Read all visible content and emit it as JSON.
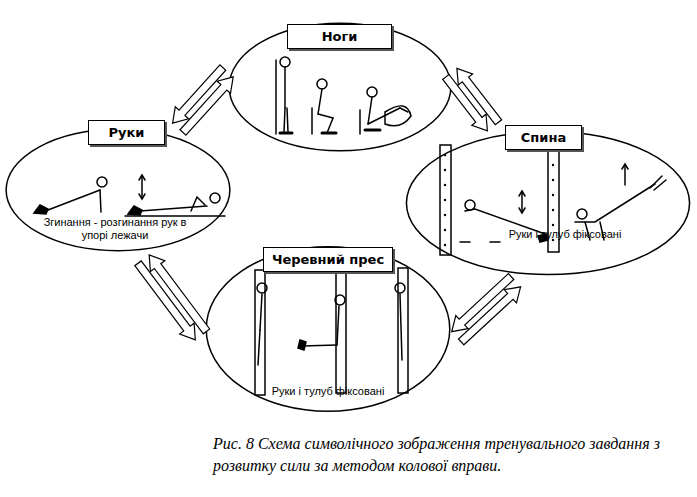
{
  "diagram": {
    "caption": "Рис. 8 Схема символічного зображення тренувального завдання з розвитку сили за методом колової вправи.",
    "nodes": [
      {
        "text": [
          "Ноги"
        ]
      },
      {
        "text": [
          "Руки",
          "Згинання - розгинання рук в упорі лежачи"
        ]
      },
      {
        "text": [
          "Спина",
          "Руки і тулуб фіксовані"
        ]
      },
      {
        "text": [
          "Черевний прес",
          "Руки і тулуб фіксовані"
        ]
      }
    ],
    "edges": [
      {
        "from": 1,
        "to": 0,
        "arrow": "both"
      },
      {
        "from": 0,
        "to": 2,
        "arrow": "both"
      },
      {
        "from": 2,
        "to": 3,
        "arrow": "both"
      },
      {
        "from": 3,
        "to": 1,
        "arrow": "both"
      }
    ]
  }
}
